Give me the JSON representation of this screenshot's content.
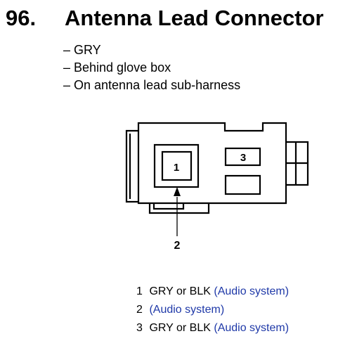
{
  "heading": {
    "number": "96.",
    "title": "Antenna Lead Connector"
  },
  "notes": [
    "– GRY",
    "– Behind glove box",
    "– On antenna lead sub-harness"
  ],
  "connector": {
    "cavity_labels": [
      "1",
      "3"
    ],
    "pointer_label": "2"
  },
  "legend": [
    {
      "pin": "1",
      "wire": "GRY or BLK",
      "system": "(Audio system)"
    },
    {
      "pin": "2",
      "wire": "",
      "system": "(Audio system)"
    },
    {
      "pin": "3",
      "wire": "GRY or BLK",
      "system": "(Audio system)"
    }
  ],
  "colors": {
    "text": "#000000",
    "system_text": "#1f39a8"
  }
}
